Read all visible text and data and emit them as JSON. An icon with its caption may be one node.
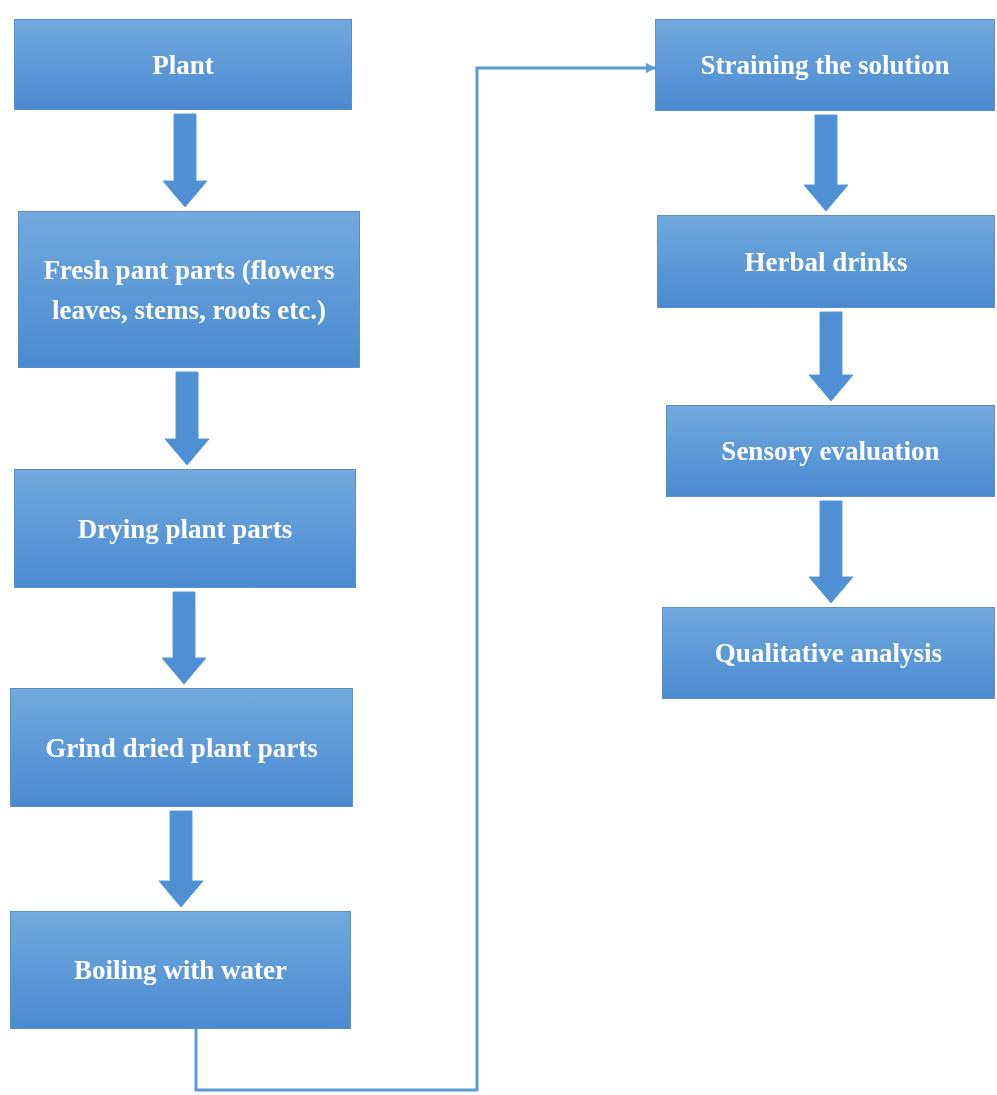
{
  "diagram": {
    "nodes": [
      {
        "text": [
          "Plant"
        ]
      },
      {
        "text": [
          "Fresh pant parts (flowers leaves, stems, roots etc.)"
        ]
      },
      {
        "text": [
          "Drying plant parts"
        ]
      },
      {
        "text": [
          "Grind dried plant parts"
        ]
      },
      {
        "text": [
          "Boiling with water"
        ]
      },
      {
        "text": [
          "Straining the solution"
        ]
      },
      {
        "text": [
          "Herbal drinks"
        ]
      },
      {
        "text": [
          "Sensory evaluation"
        ]
      },
      {
        "text": [
          "Qualitative analysis"
        ]
      }
    ],
    "edges": [
      {
        "from": 0,
        "to": 1,
        "arrow": "to"
      },
      {
        "from": 1,
        "to": 2,
        "arrow": "to"
      },
      {
        "from": 2,
        "to": 3,
        "arrow": "to"
      },
      {
        "from": 3,
        "to": 4,
        "arrow": "to"
      },
      {
        "from": 4,
        "to": 5,
        "arrow": "to"
      },
      {
        "from": 5,
        "to": 6,
        "arrow": "to"
      },
      {
        "from": 6,
        "to": 7,
        "arrow": "to"
      },
      {
        "from": 7,
        "to": 8,
        "arrow": "to"
      }
    ]
  }
}
